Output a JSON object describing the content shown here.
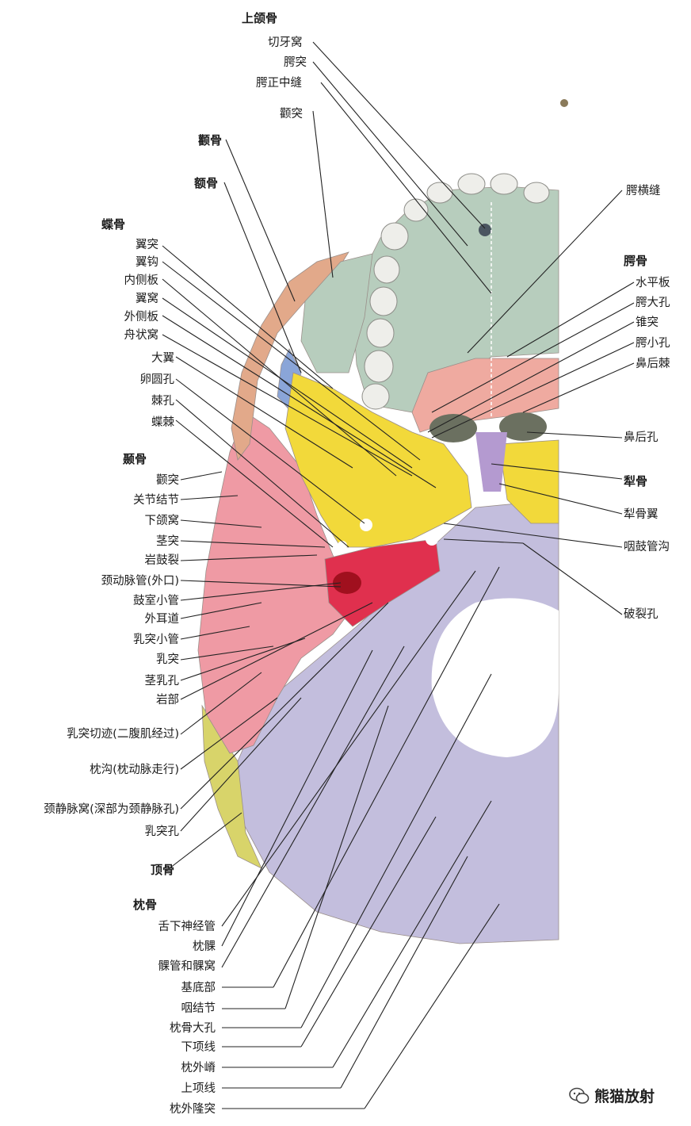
{
  "groups": {
    "maxilla": "上颌骨",
    "zygomatic": "颧骨",
    "frontal": "额骨",
    "sphenoid": "蝶骨",
    "temporal": "颞骨",
    "parietal": "顶骨",
    "occipital": "枕骨",
    "palatine": "腭骨",
    "vomer": "犁骨"
  },
  "labels": {
    "incisive_fossa": "切牙窝",
    "palatine_process": "腭突",
    "median_palatine_suture": "腭正中缝",
    "zygomatic_process_maxilla": "颧突",
    "transverse_palatine_suture": "腭横缝",
    "horizontal_plate": "水平板",
    "greater_palatine_foramen": "腭大孔",
    "pyramidal_process": "锥突",
    "lesser_palatine_foramen": "腭小孔",
    "posterior_nasal_spine": "鼻后棘",
    "choana": "鼻后孔",
    "vomer_ala": "犁骨翼",
    "pharyngotympanic_groove": "咽鼓管沟",
    "foramen_lacerum": "破裂孔",
    "pterygoid_process": "翼突",
    "pterygoid_hamulus": "翼钩",
    "medial_plate": "内侧板",
    "pterygoid_fossa": "翼窝",
    "lateral_plate": "外侧板",
    "scaphoid_fossa": "舟状窝",
    "greater_wing": "大翼",
    "foramen_ovale": "卵圆孔",
    "foramen_spinosum": "棘孔",
    "sphenoid_spine": "蝶棘",
    "zygomatic_process_temporal": "颧突",
    "articular_tubercle": "关节结节",
    "mandibular_fossa": "下颌窝",
    "styloid_process": "茎突",
    "petrotympanic_fissure": "岩鼓裂",
    "carotid_canal": "颈动脉管(外口)",
    "tympanic_canaliculus": "鼓室小管",
    "external_acoustic_meatus": "外耳道",
    "mastoid_canaliculus": "乳突小管",
    "mastoid_process": "乳突",
    "stylomastoid_foramen": "茎乳孔",
    "petrous_part": "岩部",
    "mastoid_notch": "乳突切迹(二腹肌经过)",
    "occipital_groove": "枕沟(枕动脉走行)",
    "jugular_fossa": "颈静脉窝(深部为颈静脉孔)",
    "mastoid_foramen": "乳突孔",
    "hypoglossal_canal": "舌下神经管",
    "occipital_condyle": "枕髁",
    "condylar_canal": "髁管和髁窝",
    "basilar_part": "基底部",
    "pharyngeal_tubercle": "咽结节",
    "foramen_magnum": "枕骨大孔",
    "inferior_nuchal_line": "下项线",
    "external_occipital_crest": "枕外嵴",
    "superior_nuchal_line": "上项线",
    "external_occipital_protuberance": "枕外隆突"
  },
  "watermark": "熊猫放射",
  "colors": {
    "maxilla": "#b7cdbd",
    "palatine": "#efaaa0",
    "sphenoid": "#f2d93a",
    "temporal": "#ef9aa4",
    "temporal_dark": "#e0304e",
    "occipital": "#c3bedd",
    "zygomatic": "#e2a98a",
    "frontal": "#8aa5d8",
    "parietal": "#d8d46a",
    "teeth": "#eeeeea"
  },
  "icons": [
    "wechat-icon"
  ]
}
